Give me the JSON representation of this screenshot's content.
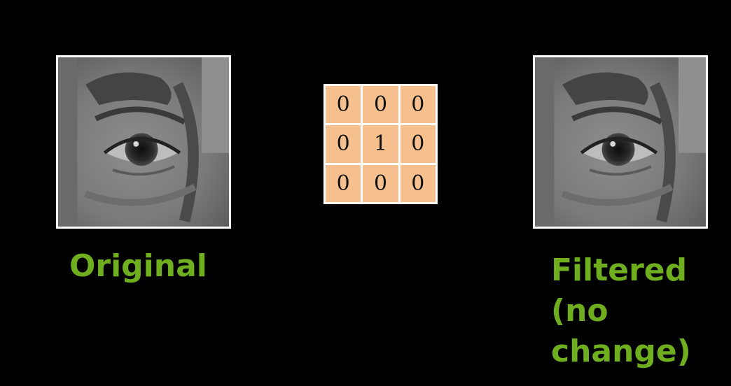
{
  "original": {
    "label": "Original",
    "image": "grayscale close-up of an eye"
  },
  "kernel": {
    "rows": [
      [
        "0",
        "0",
        "0"
      ],
      [
        "0",
        "1",
        "0"
      ],
      [
        "0",
        "0",
        "0"
      ]
    ],
    "cell_color": "#f5c08e",
    "border_color": "#ffffff"
  },
  "filtered": {
    "label": "Filtered (no change)",
    "image": "grayscale close-up of an eye"
  },
  "colors": {
    "background": "#000000",
    "label": "#6fae1f",
    "frame": "#ffffff"
  }
}
